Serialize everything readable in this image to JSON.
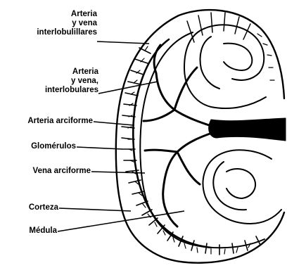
{
  "labels": {
    "interlobulillares": [
      "Arteria",
      "y vena",
      "interlobulillares"
    ],
    "interlobulares": [
      "Arteria",
      "y vena,",
      "interlobulares"
    ],
    "arciforme_arteria": "Arteria arciforme",
    "glomerulos": "Glomérulos",
    "vena_arciforme": "Vena arciforme",
    "corteza": "Corteza",
    "medula": "Médula"
  },
  "colors": {
    "ink": "#000000",
    "paper": "#ffffff"
  }
}
